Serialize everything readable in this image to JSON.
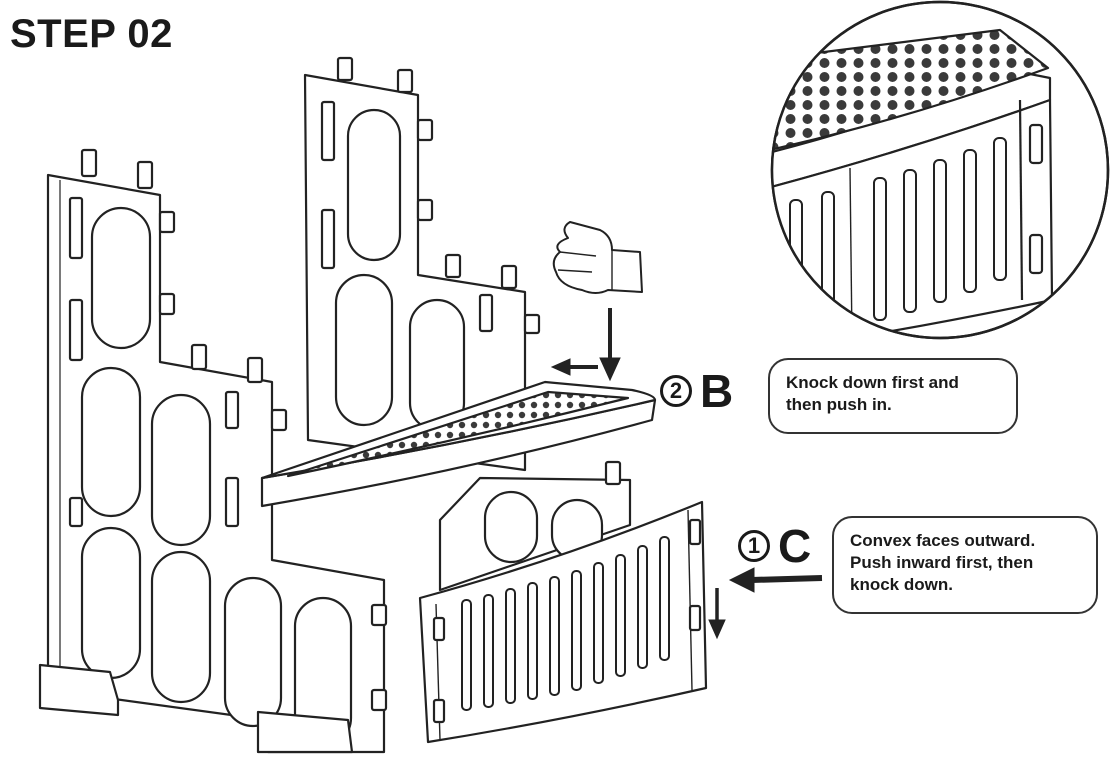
{
  "header": {
    "title": "STEP 02"
  },
  "steps": [
    {
      "number": "2",
      "letter": "B",
      "text_lines": [
        "Knock down first and",
        "then push in."
      ]
    },
    {
      "number": "1",
      "letter": "C",
      "text_lines": [
        "Convex faces outward.",
        "Push inward first, then",
        "knock down."
      ]
    }
  ],
  "icons": [
    "fist-icon",
    "arrow-down-icon",
    "arrow-left-icon"
  ],
  "colors": {
    "line": "#222222",
    "text": "#1a1a1a",
    "background": "#ffffff"
  }
}
